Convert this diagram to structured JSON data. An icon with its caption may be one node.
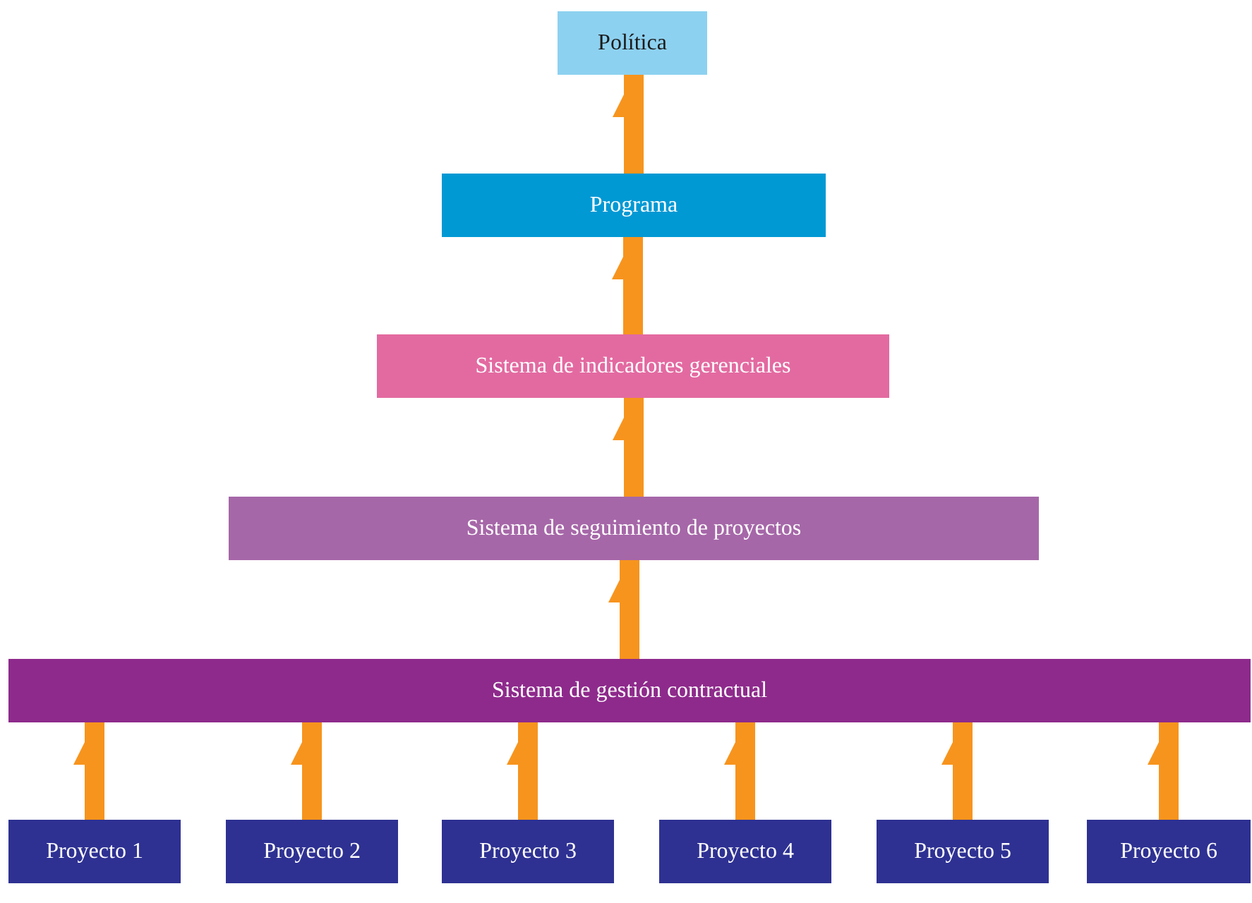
{
  "diagram": {
    "nodes": [
      {
        "text": [
          "Política"
        ]
      },
      {
        "text": [
          "Programa"
        ]
      },
      {
        "text": [
          "Sistema de indicadores gerenciales"
        ]
      },
      {
        "text": [
          "Sistema de seguimiento de proyectos"
        ]
      },
      {
        "text": [
          "Sistema de gestión contractual"
        ]
      },
      {
        "text": [
          "Proyecto 1"
        ]
      },
      {
        "text": [
          "Proyecto 2"
        ]
      },
      {
        "text": [
          "Proyecto 3"
        ]
      },
      {
        "text": [
          "Proyecto 4"
        ]
      },
      {
        "text": [
          "Proyecto 5"
        ]
      },
      {
        "text": [
          "Proyecto 6"
        ]
      }
    ],
    "edges": [
      {
        "from": 1,
        "to": 0,
        "arrow": "to"
      },
      {
        "from": 2,
        "to": 1,
        "arrow": "to"
      },
      {
        "from": 3,
        "to": 2,
        "arrow": "to"
      },
      {
        "from": 4,
        "to": 3,
        "arrow": "to"
      },
      {
        "from": 5,
        "to": 4,
        "arrow": "to"
      },
      {
        "from": 6,
        "to": 4,
        "arrow": "to"
      },
      {
        "from": 7,
        "to": 4,
        "arrow": "to"
      },
      {
        "from": 8,
        "to": 4,
        "arrow": "to"
      },
      {
        "from": 9,
        "to": 4,
        "arrow": "to"
      },
      {
        "from": 10,
        "to": 4,
        "arrow": "to"
      }
    ]
  }
}
